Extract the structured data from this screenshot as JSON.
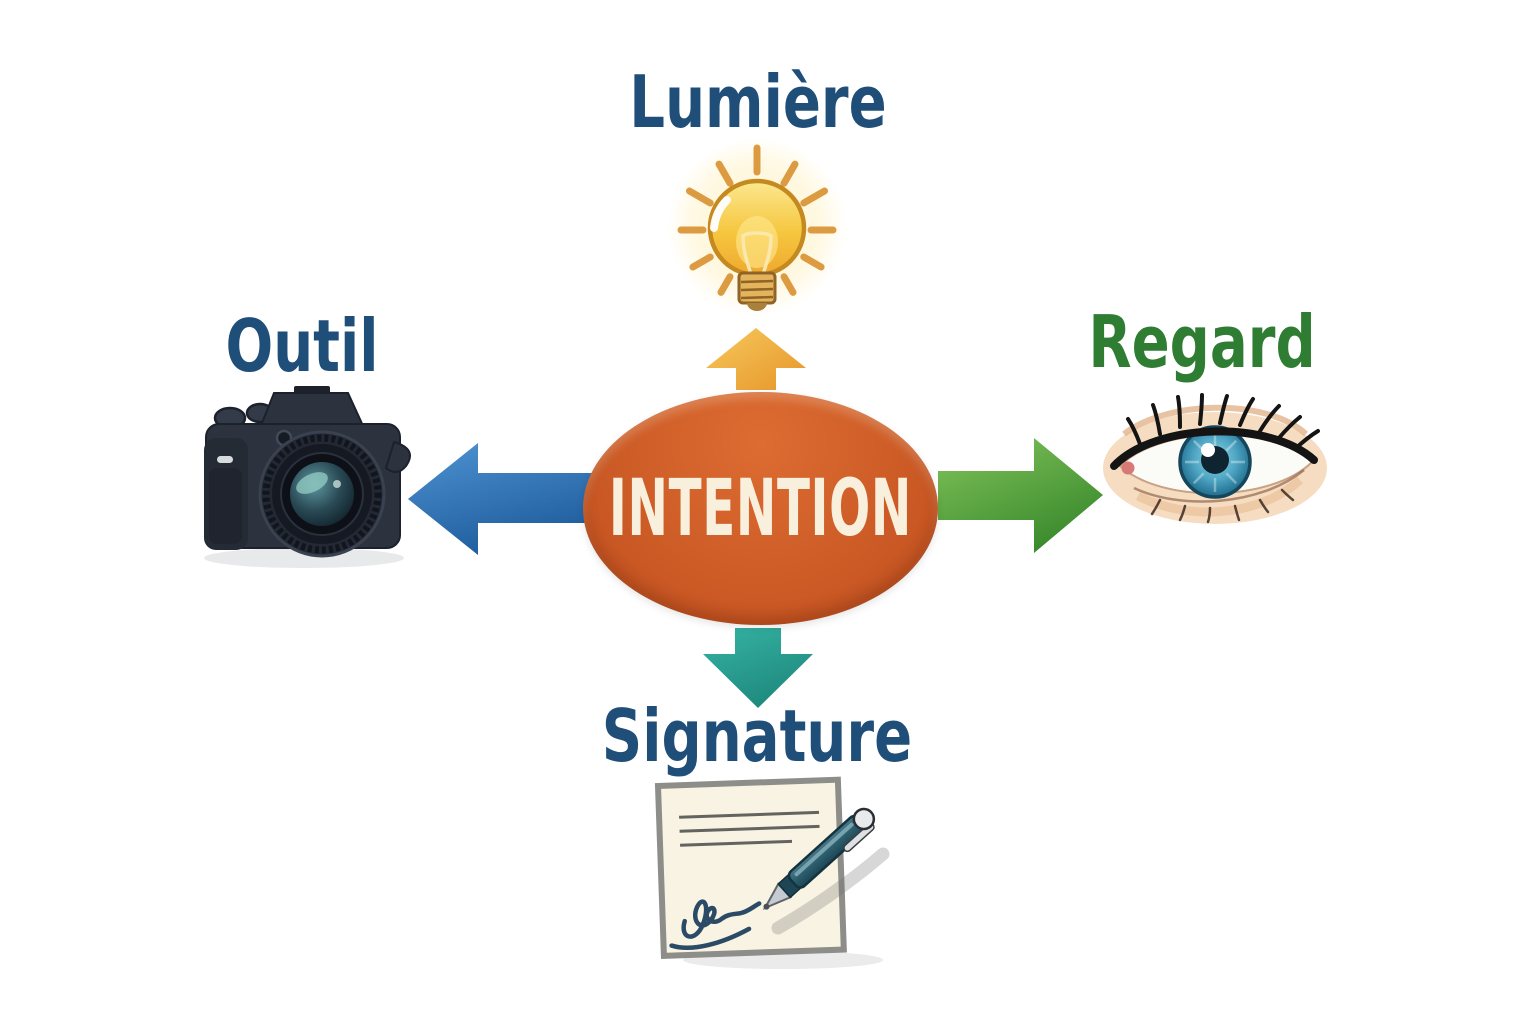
{
  "diagram": {
    "title": "Intention concept map",
    "center": {
      "label": "INTENTION"
    },
    "nodes": {
      "top": {
        "label": "Lumière",
        "icon": "lightbulb-icon",
        "arrow": "up-arrow",
        "arrow_color_name": "amber"
      },
      "left": {
        "label": "Outil",
        "icon": "camera-icon",
        "arrow": "left-arrow",
        "arrow_color_name": "blue"
      },
      "right": {
        "label": "Regard",
        "icon": "eye-icon",
        "arrow": "right-arrow",
        "arrow_color_name": "green"
      },
      "bottom": {
        "label": "Signature",
        "icon": "signed-document-icon",
        "arrow": "down-arrow",
        "arrow_color_name": "teal"
      }
    }
  },
  "colors": {
    "background": "#FFFFFF",
    "center_fill_top": "#DD6C32",
    "center_fill_bottom": "#C35220",
    "center_text": "#F8EFDC",
    "label_blue": "#1F4E79",
    "label_green": "#2E7D32",
    "arrow_up_light": "#F7C95C",
    "arrow_up_dark": "#E6952A",
    "arrow_left_light": "#4E93D2",
    "arrow_left_dark": "#205E9E",
    "arrow_right_light": "#82C45B",
    "arrow_right_dark": "#3A8A2D",
    "arrow_down_light": "#35B3A4",
    "arrow_down_dark": "#1F8A7E"
  }
}
